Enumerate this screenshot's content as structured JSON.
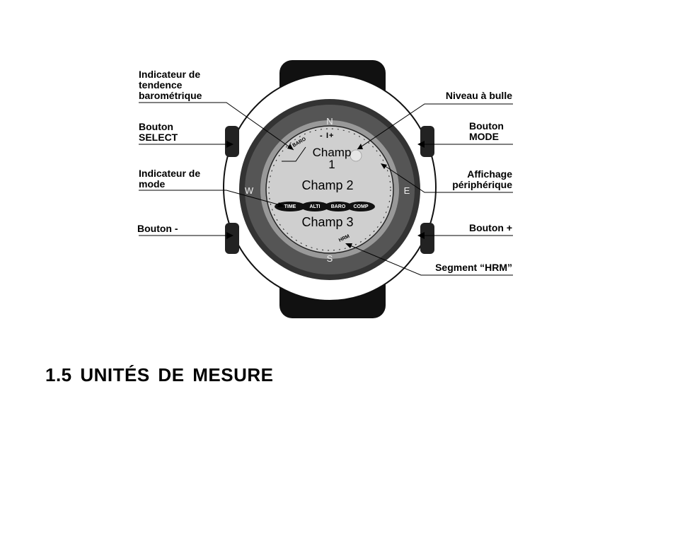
{
  "callouts": {
    "baro_trend": "Indicateur de\ntendence\nbarométrique",
    "bubble_level": "Niveau à bulle",
    "select_button": "Bouton\nSELECT",
    "mode_button": "Bouton\nMODE",
    "mode_indicator": "Indicateur de\nmode",
    "peripheral_display": "Affichage\npériphérique",
    "minus_button": "Bouton -",
    "plus_button": "Bouton +",
    "hrm_segment": "Segment “HRM”"
  },
  "watch": {
    "compass": {
      "north": "N",
      "east": "E",
      "south": "S",
      "west": "W"
    },
    "field1_line1": "Champ",
    "field1_line2": "1",
    "field2": "Champ 2",
    "field3": "Champ 3",
    "baro_tag": "BARO",
    "trend_sign": "-",
    "trend_bar": "I",
    "trend_plus": "+",
    "mode_tabs": [
      "TIME",
      "ALTI",
      "BARO",
      "COMP"
    ],
    "hrm_tag": "HRM"
  },
  "section": {
    "title": "1.5 UNITÉS DE MESURE"
  }
}
